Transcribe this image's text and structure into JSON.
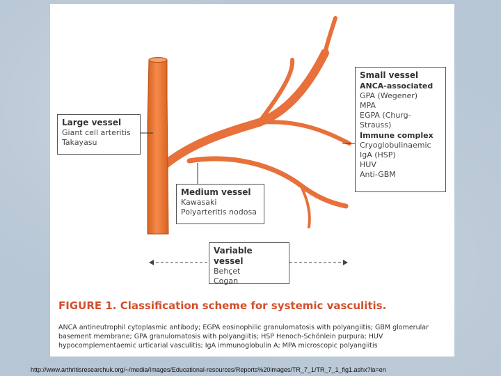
{
  "figure": {
    "title_prefix": "FIGURE 1.",
    "title_text": "Classification scheme for systemic vasculitis.",
    "caption": "ANCA antineutrophil cytoplasmic antibody; EGPA eosinophilic granulomatosis with polyangiitis; GBM glomerular basement membrane; GPA granulomatosis with polyangiitis; HSP Henoch-Schönlein purpura; HUV hypocomplementaemic urticarial vasculitis; IgA immunoglobulin A; MPA microscopic polyangiitis"
  },
  "large_vessel": {
    "heading": "Large vessel",
    "items": [
      "Giant cell arteritis",
      "Takayasu"
    ]
  },
  "medium_vessel": {
    "heading": "Medium vessel",
    "items": [
      "Kawasaki",
      "Polyarteritis nodosa"
    ]
  },
  "small_vessel": {
    "heading": "Small vessel",
    "anca_heading": "ANCA-associated",
    "anca_items": [
      "GPA (Wegener)",
      "MPA",
      "EGPA (Churg-Strauss)"
    ],
    "immune_heading": "Immune complex",
    "immune_items": [
      "Cryoglobulinaemic",
      "IgA (HSP)",
      "HUV",
      "Anti-GBM"
    ]
  },
  "variable_vessel": {
    "heading": "Variable vessel",
    "items": [
      "Behçet",
      "Cogan"
    ]
  },
  "source_url": "http://www.arthritisresearchuk.org/~/media/Images/Educational-resources/Reports%20images/TR_7_1/TR_7_1_fig1.ashx?la=en",
  "colors": {
    "vessel": "#f07a3c",
    "vessel_dark": "#c85a22",
    "title": "#d24f2b",
    "background": "#b7c6d5"
  }
}
